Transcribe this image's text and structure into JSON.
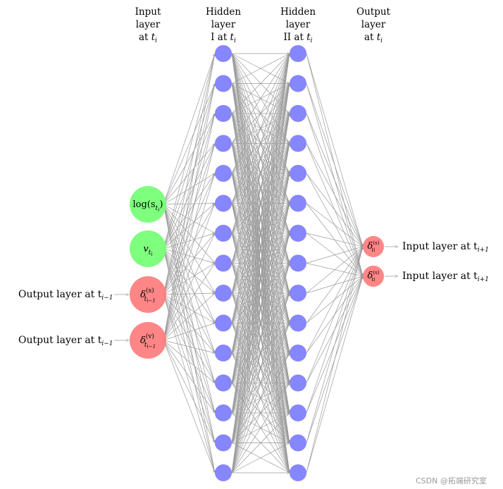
{
  "colors": {
    "hidden": "#8080ff",
    "input_green": "#77ff77",
    "input_red": "#ff8080",
    "output_red": "#ff8080",
    "edge": "#9a9a9a"
  },
  "headers": {
    "input": [
      "Input",
      "layer",
      "at t_i"
    ],
    "hidden1": [
      "Hidden",
      "layer",
      "I at t_i"
    ],
    "hidden2": [
      "Hidden",
      "layer",
      "II at t_i"
    ],
    "output": [
      "Output",
      "layer",
      "at t_i"
    ]
  },
  "input_nodes": [
    {
      "base": "log(s",
      "sub": "t",
      "subsub": "i",
      "tail": ")",
      "color": "input_green"
    },
    {
      "base": "v",
      "sub": "t",
      "subsub": "i",
      "tail": "",
      "color": "input_green"
    },
    {
      "base": "δ",
      "sup": "(s)",
      "sub": "t",
      "subsub": "i−1",
      "color": "input_red",
      "source_label": "Output layer at t",
      "source_sub": "i−1"
    },
    {
      "base": "δ",
      "sup": "(v)",
      "sub": "t",
      "subsub": "i−1",
      "color": "input_red",
      "source_label": "Output layer at t",
      "source_sub": "i−1"
    }
  ],
  "hidden_layer_1_count": 15,
  "hidden_layer_2_count": 15,
  "output_nodes": [
    {
      "base": "δ",
      "sup": "(s)",
      "sub": "t",
      "subsub": "i",
      "color": "output_red",
      "target_label": "Input layer at t",
      "target_sub": "i+1"
    },
    {
      "base": "δ",
      "sup": "(s)",
      "sub": "t",
      "subsub": "i",
      "color": "output_red",
      "target_label": "Input layer at t",
      "target_sub": "i+1"
    }
  ],
  "watermark": "CSDN @拓端研究室"
}
